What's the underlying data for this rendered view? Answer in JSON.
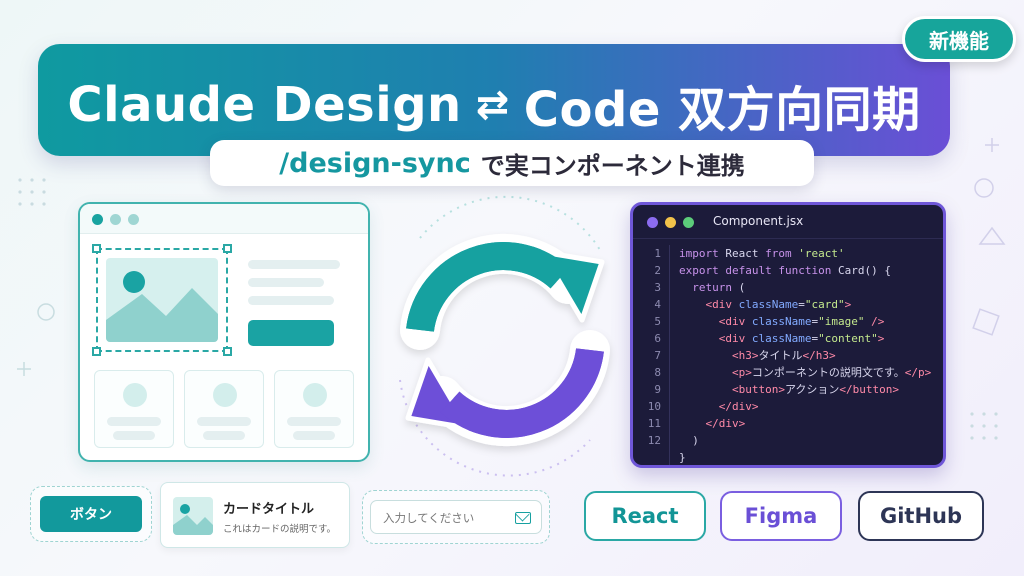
{
  "banner": {
    "title_left": "Claude Design",
    "swap_symbol": "⇄",
    "title_right": "Code 双方向同期",
    "badge": "新機能"
  },
  "subtitle": {
    "command": "/design-sync",
    "text": "で実コンポーネント連携"
  },
  "code_panel": {
    "filename": "Component.jsx",
    "lines": [
      {
        "n": "1",
        "text": "import React from 'react'"
      },
      {
        "n": "2",
        "text": "export default function Card() {"
      },
      {
        "n": "3",
        "text": "  return ("
      },
      {
        "n": "4",
        "text": "    <div className=\"card\">"
      },
      {
        "n": "5",
        "text": "      <div className=\"image\" />"
      },
      {
        "n": "6",
        "text": "      <div className=\"content\">"
      },
      {
        "n": "7",
        "text": "        <h3>タイトル</h3>"
      },
      {
        "n": "8",
        "text": "        <p>コンポーネントの説明文です。</p>"
      },
      {
        "n": "9",
        "text": "        <button>アクション</button>"
      },
      {
        "n": "10",
        "text": "      </div>"
      },
      {
        "n": "11",
        "text": "    </div>"
      },
      {
        "n": "12",
        "text": "  )"
      },
      {
        "n": "",
        "text": "}"
      }
    ]
  },
  "components": {
    "button_label": "ボタン",
    "card_title": "カードタイトル",
    "card_desc": "これはカードの説明です。",
    "input_placeholder": "入力してください"
  },
  "tech": {
    "react": "React",
    "figma": "Figma",
    "github": "GitHub"
  },
  "colors": {
    "teal": "#12999c",
    "purple": "#6a4fd6",
    "code_bg": "#1c1b3a"
  },
  "icons": [
    "swap-arrows-icon",
    "sync-icon",
    "image-icon",
    "mail-icon"
  ]
}
